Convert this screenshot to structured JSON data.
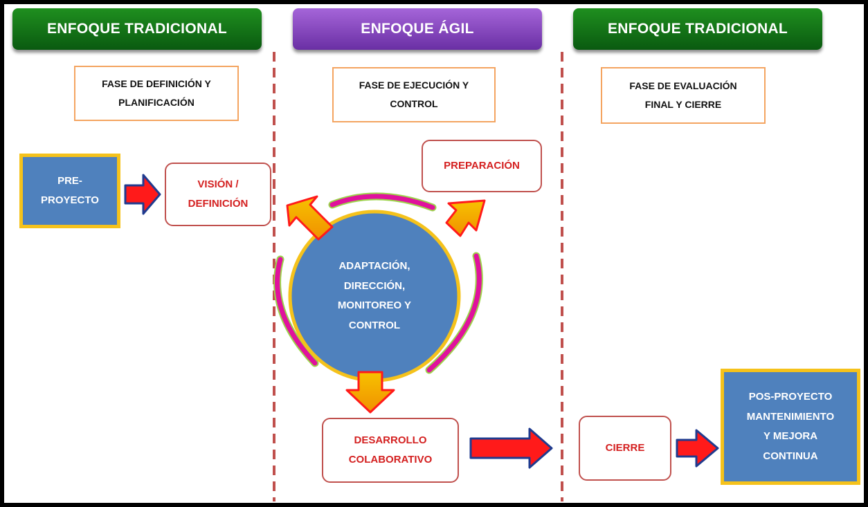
{
  "headers": {
    "left": "ENFOQUE TRADICIONAL",
    "center": "ENFOQUE ÁGIL",
    "right": "ENFOQUE TRADICIONAL"
  },
  "phases": {
    "definition": {
      "line1": "FASE DE DEFINICIÓN Y",
      "line2": "PLANIFICACIÓN"
    },
    "execution": {
      "line1": "FASE DE EJECUCIÓN Y",
      "line2": "CONTROL"
    },
    "evaluation": {
      "line1": "FASE DE EVALUACIÓN",
      "line2": "FINAL Y CIERRE"
    }
  },
  "nodes": {
    "pre_proyecto": {
      "line1": "PRE-",
      "line2": "PROYECTO"
    },
    "vision": {
      "line1": "VISIÓN /",
      "line2": "DEFINICIÓN"
    },
    "preparacion": "PREPARACIÓN",
    "center_circle": {
      "line1": "ADAPTACIÓN,",
      "line2": "DIRECCIÓN,",
      "line3": "MONITOREO Y",
      "line4": "CONTROL"
    },
    "desarrollo": {
      "line1": "DESARROLLO",
      "line2": "COLABORATIVO"
    },
    "cierre": "CIERRE",
    "pos_proyecto": {
      "line1": "POS-PROYECTO",
      "line2": "MANTENIMIENTO",
      "line3": "Y MEJORA",
      "line4": "CONTINUA"
    }
  },
  "colors": {
    "header_green": "#17751a",
    "header_purple": "#8e4fc6",
    "phase_border": "#f4a460",
    "blue_box": "#4f81bd",
    "yellow_border": "#f5c21b",
    "red_text": "#d42020",
    "arrow_red": "#ff1a1a",
    "arrow_blue": "#1f3b8f",
    "arc_magenta": "#e0119d",
    "divider": "#c0504d"
  }
}
